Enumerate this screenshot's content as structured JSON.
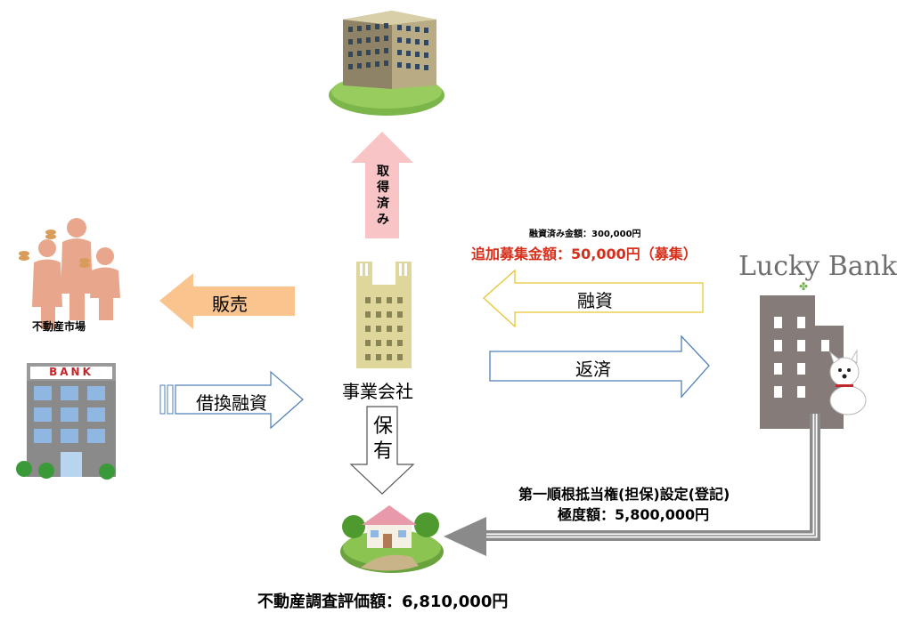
{
  "acquired_label": "取得済み",
  "company_label": "事業会社",
  "market_label": "不動産市場",
  "arrows": {
    "sell": "販売",
    "refinance": "借換融資",
    "loan": "融資",
    "repay": "返済",
    "hold": "保有"
  },
  "bank_sign": "BANK",
  "lucky_bank": {
    "lucky": "Lucky",
    "bank": "Bank",
    "funded": "融資済み金額：300,000円",
    "additional": "追加募集金額：50,000円（募集）"
  },
  "mortgage": {
    "line1": "第一順根抵当権(担保)設定(登記)",
    "line2": "極度額：5,800,000円"
  },
  "appraisal": "不動産調査評価額：6,810,000円",
  "colors": {
    "pink_arrow": "#f8c4c6",
    "orange_arrow": "#f9c48d",
    "blue_outline": "#4f7fb8",
    "yellow_outline": "#e8c533",
    "red_text": "#d6301c",
    "building_tan": "#ded69a",
    "lucky_gray": "#857b79"
  }
}
